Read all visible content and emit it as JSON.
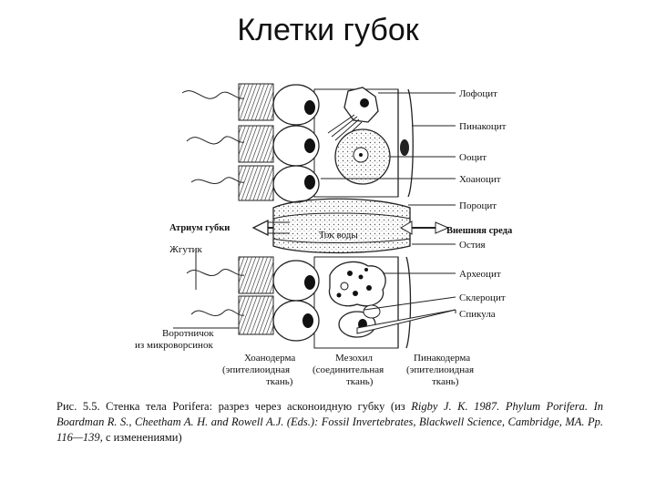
{
  "title": "Клетки губок",
  "labels": {
    "lophocyte": "Лофоцит",
    "pinacocyte": "Пинакоцит",
    "oocyte": "Ооцит",
    "choanocyte": "Хоаноцит",
    "porocyte": "Пороцит",
    "atrium": "Атриум губки",
    "water_flow": "Ток воды",
    "external": "Внешняя среда",
    "ostium": "Остия",
    "flagellum": "Жгутик",
    "archaeocyte": "Археоцит",
    "sclerocyte": "Склероцит",
    "spicule": "Спикула",
    "collar_1": "Воротничок",
    "collar_2": "из микроворсинок",
    "choanoderm_1": "Хоанодерма",
    "choanoderm_2": "(эпителиоидная",
    "choanoderm_3": "ткань)",
    "mesohyl_1": "Мезохил",
    "mesohyl_2": "(соединительная",
    "mesohyl_3": "ткань)",
    "pinacoderm_1": "Пинакодерма",
    "pinacoderm_2": "(эпителиоидная",
    "pinacoderm_3": "ткань)"
  },
  "caption": {
    "prefix": "Рис. 5.5. Стенка тела Porifera: разрез через асконоидную губку (из ",
    "ref1": "Rigby J. K. 1987. Phylum Porifera. In Boardman R. S., Cheetham A. H. and Rowell A.J. (Eds.): Fossil Invertebrates, Blackwell Science, Cambridge, MA. Pp. 116—139",
    "suffix": ", с изменениями)"
  }
}
